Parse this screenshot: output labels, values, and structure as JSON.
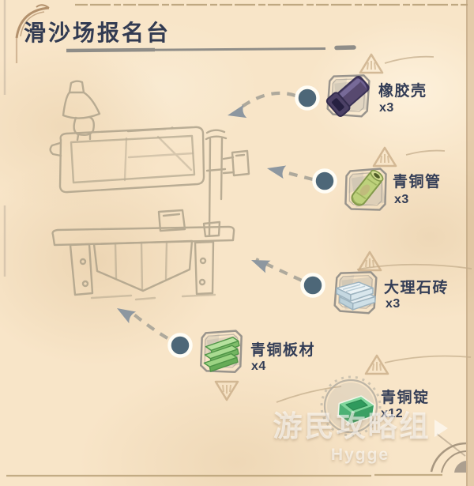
{
  "header": {
    "title": "滑沙场报名台"
  },
  "materials": [
    {
      "name": "橡胶壳",
      "count": "x3",
      "icon": "rubber-shell-icon"
    },
    {
      "name": "青铜管",
      "count": "x3",
      "icon": "bronze-pipe-icon"
    },
    {
      "name": "大理石砖",
      "count": "x3",
      "icon": "marble-brick-icon"
    },
    {
      "name": "青铜板材",
      "count": "x4",
      "icon": "bronze-plank-icon"
    },
    {
      "name": "青铜锭",
      "count": "x12",
      "icon": "bronze-ingot-icon"
    }
  ],
  "sketch": {
    "subject": "registration-desk-line-sketch"
  },
  "watermark": {
    "line1": "游民攻略组",
    "line2": "Hygge"
  },
  "colors": {
    "background": "#f8e5c8",
    "title-text": "#323b52",
    "label-text": "#333d56",
    "marker-fill": "#4d6778",
    "marker-ring": "#fffdf5",
    "arrow-fill": "#8d97a0",
    "dash-line": "#aea99c",
    "sketch-line": "#a89d86",
    "frame-line": "#938f89",
    "border-line": "#b59d74"
  }
}
